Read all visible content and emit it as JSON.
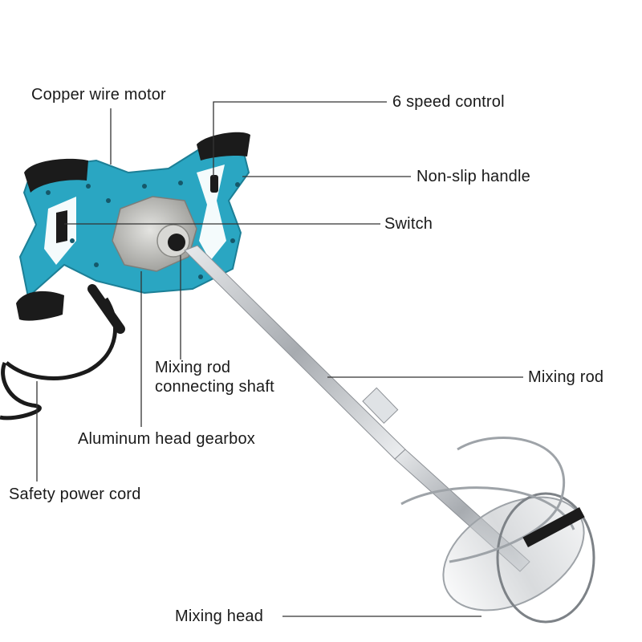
{
  "labels": {
    "copper_wire_motor": "Copper wire motor",
    "speed_control": "6 speed control",
    "non_slip_handle": "Non-slip handle",
    "switch": "Switch",
    "mixing_rod_connecting_shaft_line1": "Mixing rod",
    "mixing_rod_connecting_shaft_line2": "connecting shaft",
    "mixing_rod": "Mixing rod",
    "aluminum_head_gearbox": "Aluminum head gearbox",
    "safety_power_cord": "Safety power cord",
    "mixing_head": "Mixing head"
  },
  "colors": {
    "body_teal": "#2aa6c2",
    "body_teal_dark": "#1c7f96",
    "grip_black": "#1b1b1b",
    "gearbox_silver": "#c9c9c6",
    "rod_steel": "#b8bcc0",
    "leader_line": "#333333"
  }
}
